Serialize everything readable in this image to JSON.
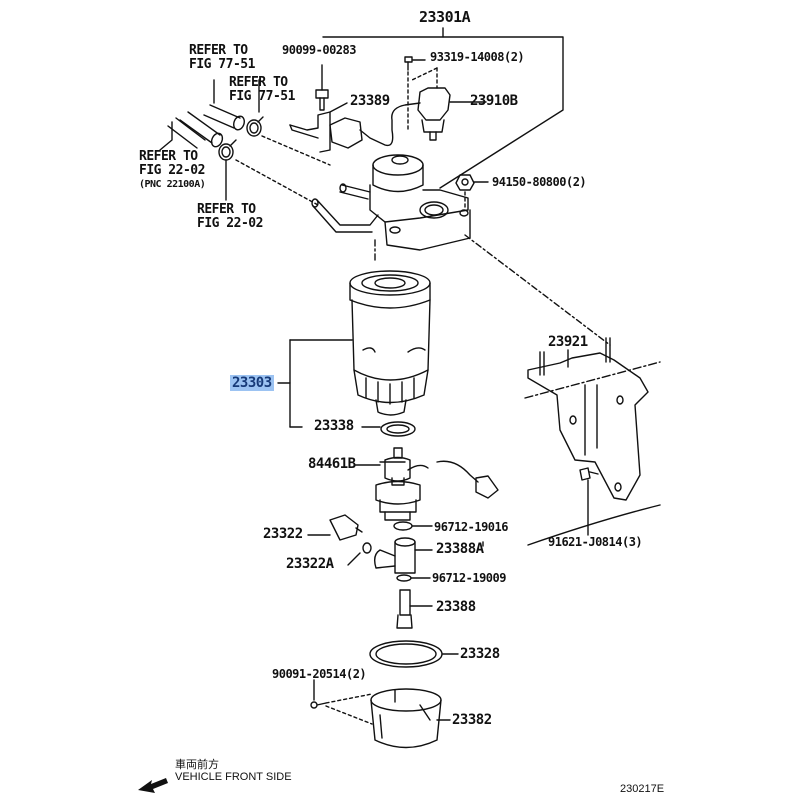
{
  "diagram": {
    "figure_code": "230217E",
    "direction_note": {
      "japanese": "車両前方",
      "english": "VEHICLE FRONT SIDE",
      "arrow_icon": "arrow-left-down"
    },
    "highlight_color": "#9cc3f2",
    "highlight_text_color": "#173a78",
    "parts": {
      "p23301A": "23301A",
      "p90099_00283": "90099-00283",
      "p93319_14008": "93319-14008(2)",
      "p23389": "23389",
      "p23910B": "23910B",
      "p94150_80800": "94150-80800(2)",
      "p23303": "23303",
      "p23338": "23338",
      "p23921": "23921",
      "p84461B": "84461B",
      "p23322": "23322",
      "p96712_19016": "96712-19016",
      "p23322A": "23322A",
      "p23388A": "23388A",
      "p96712_19009": "96712-19009",
      "p91621_J0814": "91621-J0814(3)",
      "p23388": "23388",
      "p23328": "23328",
      "p90091_20514": "90091-20514(2)",
      "p23382": "23382"
    },
    "references": {
      "ref1_line1": "REFER TO",
      "ref1_line2": "FIG 77-51",
      "ref2_line1": "REFER TO",
      "ref2_line2": "FIG 77-51",
      "ref3_line1": "REFER TO",
      "ref3_line2": "FIG 22-02",
      "ref3_line3": "(PNC 22100A)",
      "ref4_line1": "REFER TO",
      "ref4_line2": "FIG 22-02"
    },
    "selected_part": "23303"
  }
}
